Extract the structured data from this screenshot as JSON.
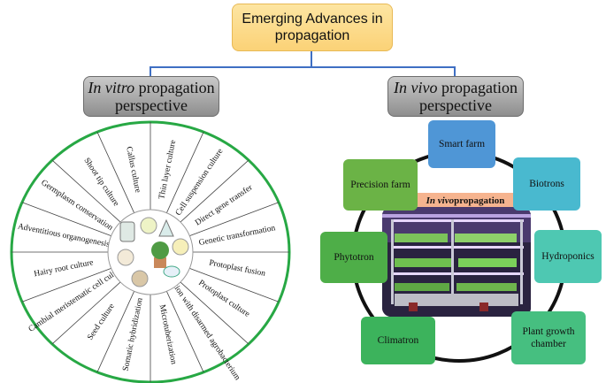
{
  "title": {
    "line1": "Emerging Advances in",
    "line2": "propagation"
  },
  "in_vitro": {
    "heading_italic": "In vitro",
    "heading_rest": " propagation",
    "heading_line2": "perspective",
    "techniques": [
      "Thin layer culture",
      "Cell suspension culture",
      "Direct gene transfer",
      "Genetic transformation",
      "Protoplast fusion",
      "Protoplast culture",
      "Cultivation with disarmed agrobacterium",
      "Microtuberization",
      "Somatic hybridization",
      "Seed culture",
      "Cambial meristematic cell culture",
      "Hairy root culture",
      "Adventitious organogenesis",
      "Germplasm conservation",
      "Shoot tip culture",
      "Callus culture"
    ]
  },
  "in_vivo": {
    "heading_italic": "In vivo",
    "heading_rest": " propagation",
    "heading_line2": "perspective",
    "center_italic": "In vivo",
    "center_rest": " propagation",
    "nodes": [
      {
        "label": "Smart farm",
        "color": "#4f96d6"
      },
      {
        "label": "Biotrons",
        "color": "#49b9cf"
      },
      {
        "label": "Hydroponics",
        "color": "#4ec8b2"
      },
      {
        "label": "Plant growth chamber",
        "color": "#46bf80"
      },
      {
        "label": "Climatron",
        "color": "#3cb35c"
      },
      {
        "label": "Phytotron",
        "color": "#4eae48"
      },
      {
        "label": "Precision farm",
        "color": "#6bb346"
      }
    ]
  },
  "colors": {
    "connector": "#3f6fc3",
    "ring": "#27a844",
    "title_fill": "#fcd98a",
    "heading_fill": "#a8a8a8"
  }
}
